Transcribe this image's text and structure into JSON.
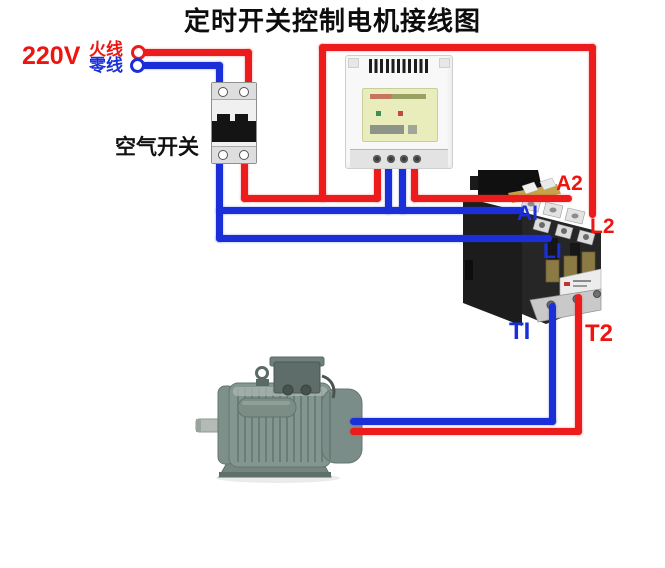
{
  "title": "定时开关控制电机接线图",
  "power": {
    "voltage": "220V",
    "live": "火线",
    "neutral": "零线"
  },
  "breaker": {
    "label": "空气开关"
  },
  "contactor": {
    "a2": "A2",
    "a1": "AI",
    "l2": "L2",
    "l1": "LI",
    "t1": "TI",
    "t2": "T2"
  },
  "colors": {
    "live_wire": "#ed1c1c",
    "neutral_wire": "#1b2fd8",
    "label_red": "#ed1510",
    "label_blue": "#1b2fd8",
    "title_text": "#0d0d0d"
  }
}
